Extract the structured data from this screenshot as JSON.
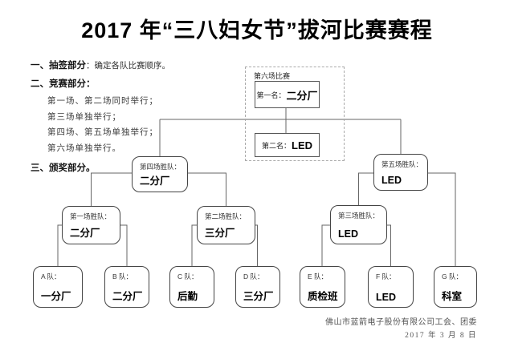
{
  "title": "2017 年“三八妇女节”拔河比赛赛程",
  "notes": {
    "item1_label": "一、抽签部分",
    "item1_rest": "：确定各队比赛顺序。",
    "item2_label": "二、竞赛部分：",
    "sub1": "第一场、第二场同时举行；",
    "sub2": "第三场单独举行；",
    "sub3": "第四场、第五场单独举行；",
    "sub4": "第六场单独举行。",
    "item3_label": "三、颁奖部分。"
  },
  "final": {
    "label": "第六场比赛",
    "first_label": "第一名：",
    "first_value": "二分厂",
    "second_label": "第二名：",
    "second_value": "LED"
  },
  "matches": {
    "m4": {
      "label": "第四场胜队：",
      "team": "二分厂"
    },
    "m5": {
      "label": "第五场胜队：",
      "team": "LED"
    },
    "m1": {
      "label": "第一场胜队：",
      "team": "二分厂"
    },
    "m2": {
      "label": "第二场胜队：",
      "team": "三分厂"
    },
    "m3": {
      "label": "第三场胜队：",
      "team": "LED"
    }
  },
  "teams": {
    "a": {
      "label": "A 队：",
      "name": "一分厂"
    },
    "b": {
      "label": "B 队：",
      "name": "二分厂"
    },
    "c": {
      "label": "C 队：",
      "name": "后勤"
    },
    "d": {
      "label": "D 队：",
      "name": "三分厂"
    },
    "e": {
      "label": "E 队：",
      "name": "质检班"
    },
    "f": {
      "label": "F 队：",
      "name": "LED"
    },
    "g": {
      "label": "G 队：",
      "name": "科室"
    }
  },
  "footer": {
    "line1": "佛山市蓝箭电子股份有限公司工会、团委",
    "line2": "2017 年 3 月 8 日"
  }
}
